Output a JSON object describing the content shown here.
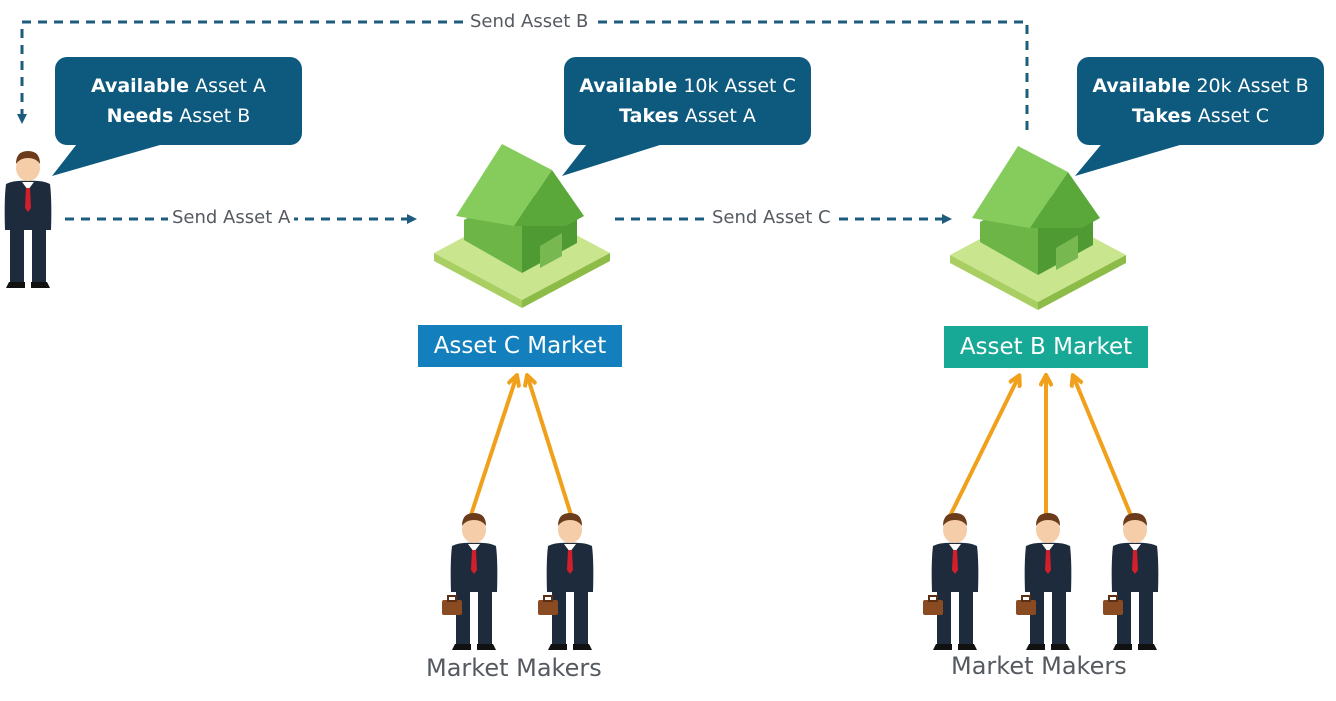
{
  "top_flow": {
    "label": "Send Asset B"
  },
  "flows": [
    {
      "label": "Send Asset A"
    },
    {
      "label": "Send Asset C"
    }
  ],
  "user_bubble": {
    "line1_bold": "Available",
    "line1_rest": " Asset A",
    "line2_bold": "Needs",
    "line2_rest": " Asset B"
  },
  "market_c_bubble": {
    "line1_bold": "Available",
    "line1_rest": " 10k Asset C",
    "line2_bold": "Takes",
    "line2_rest": " Asset A"
  },
  "market_b_bubble": {
    "line1_bold": "Available",
    "line1_rest": " 20k Asset B",
    "line2_bold": "Takes",
    "line2_rest": " Asset C"
  },
  "markets": [
    {
      "label": "Asset C Market",
      "color": "#1380bd"
    },
    {
      "label": "Asset B Market",
      "color": "#17a896"
    }
  ],
  "market_makers": [
    {
      "caption": "Market Makers",
      "count": 2
    },
    {
      "caption": "Market Makers",
      "count": 3
    }
  ],
  "colors": {
    "dashed_arrow": "#1d5c7e",
    "bubble": "#0e5a7e",
    "maker_arrow": "#f0a01a",
    "house_roof": "#7cc356",
    "house_wall": "#5ea83c",
    "ground": "#c9e58e"
  }
}
